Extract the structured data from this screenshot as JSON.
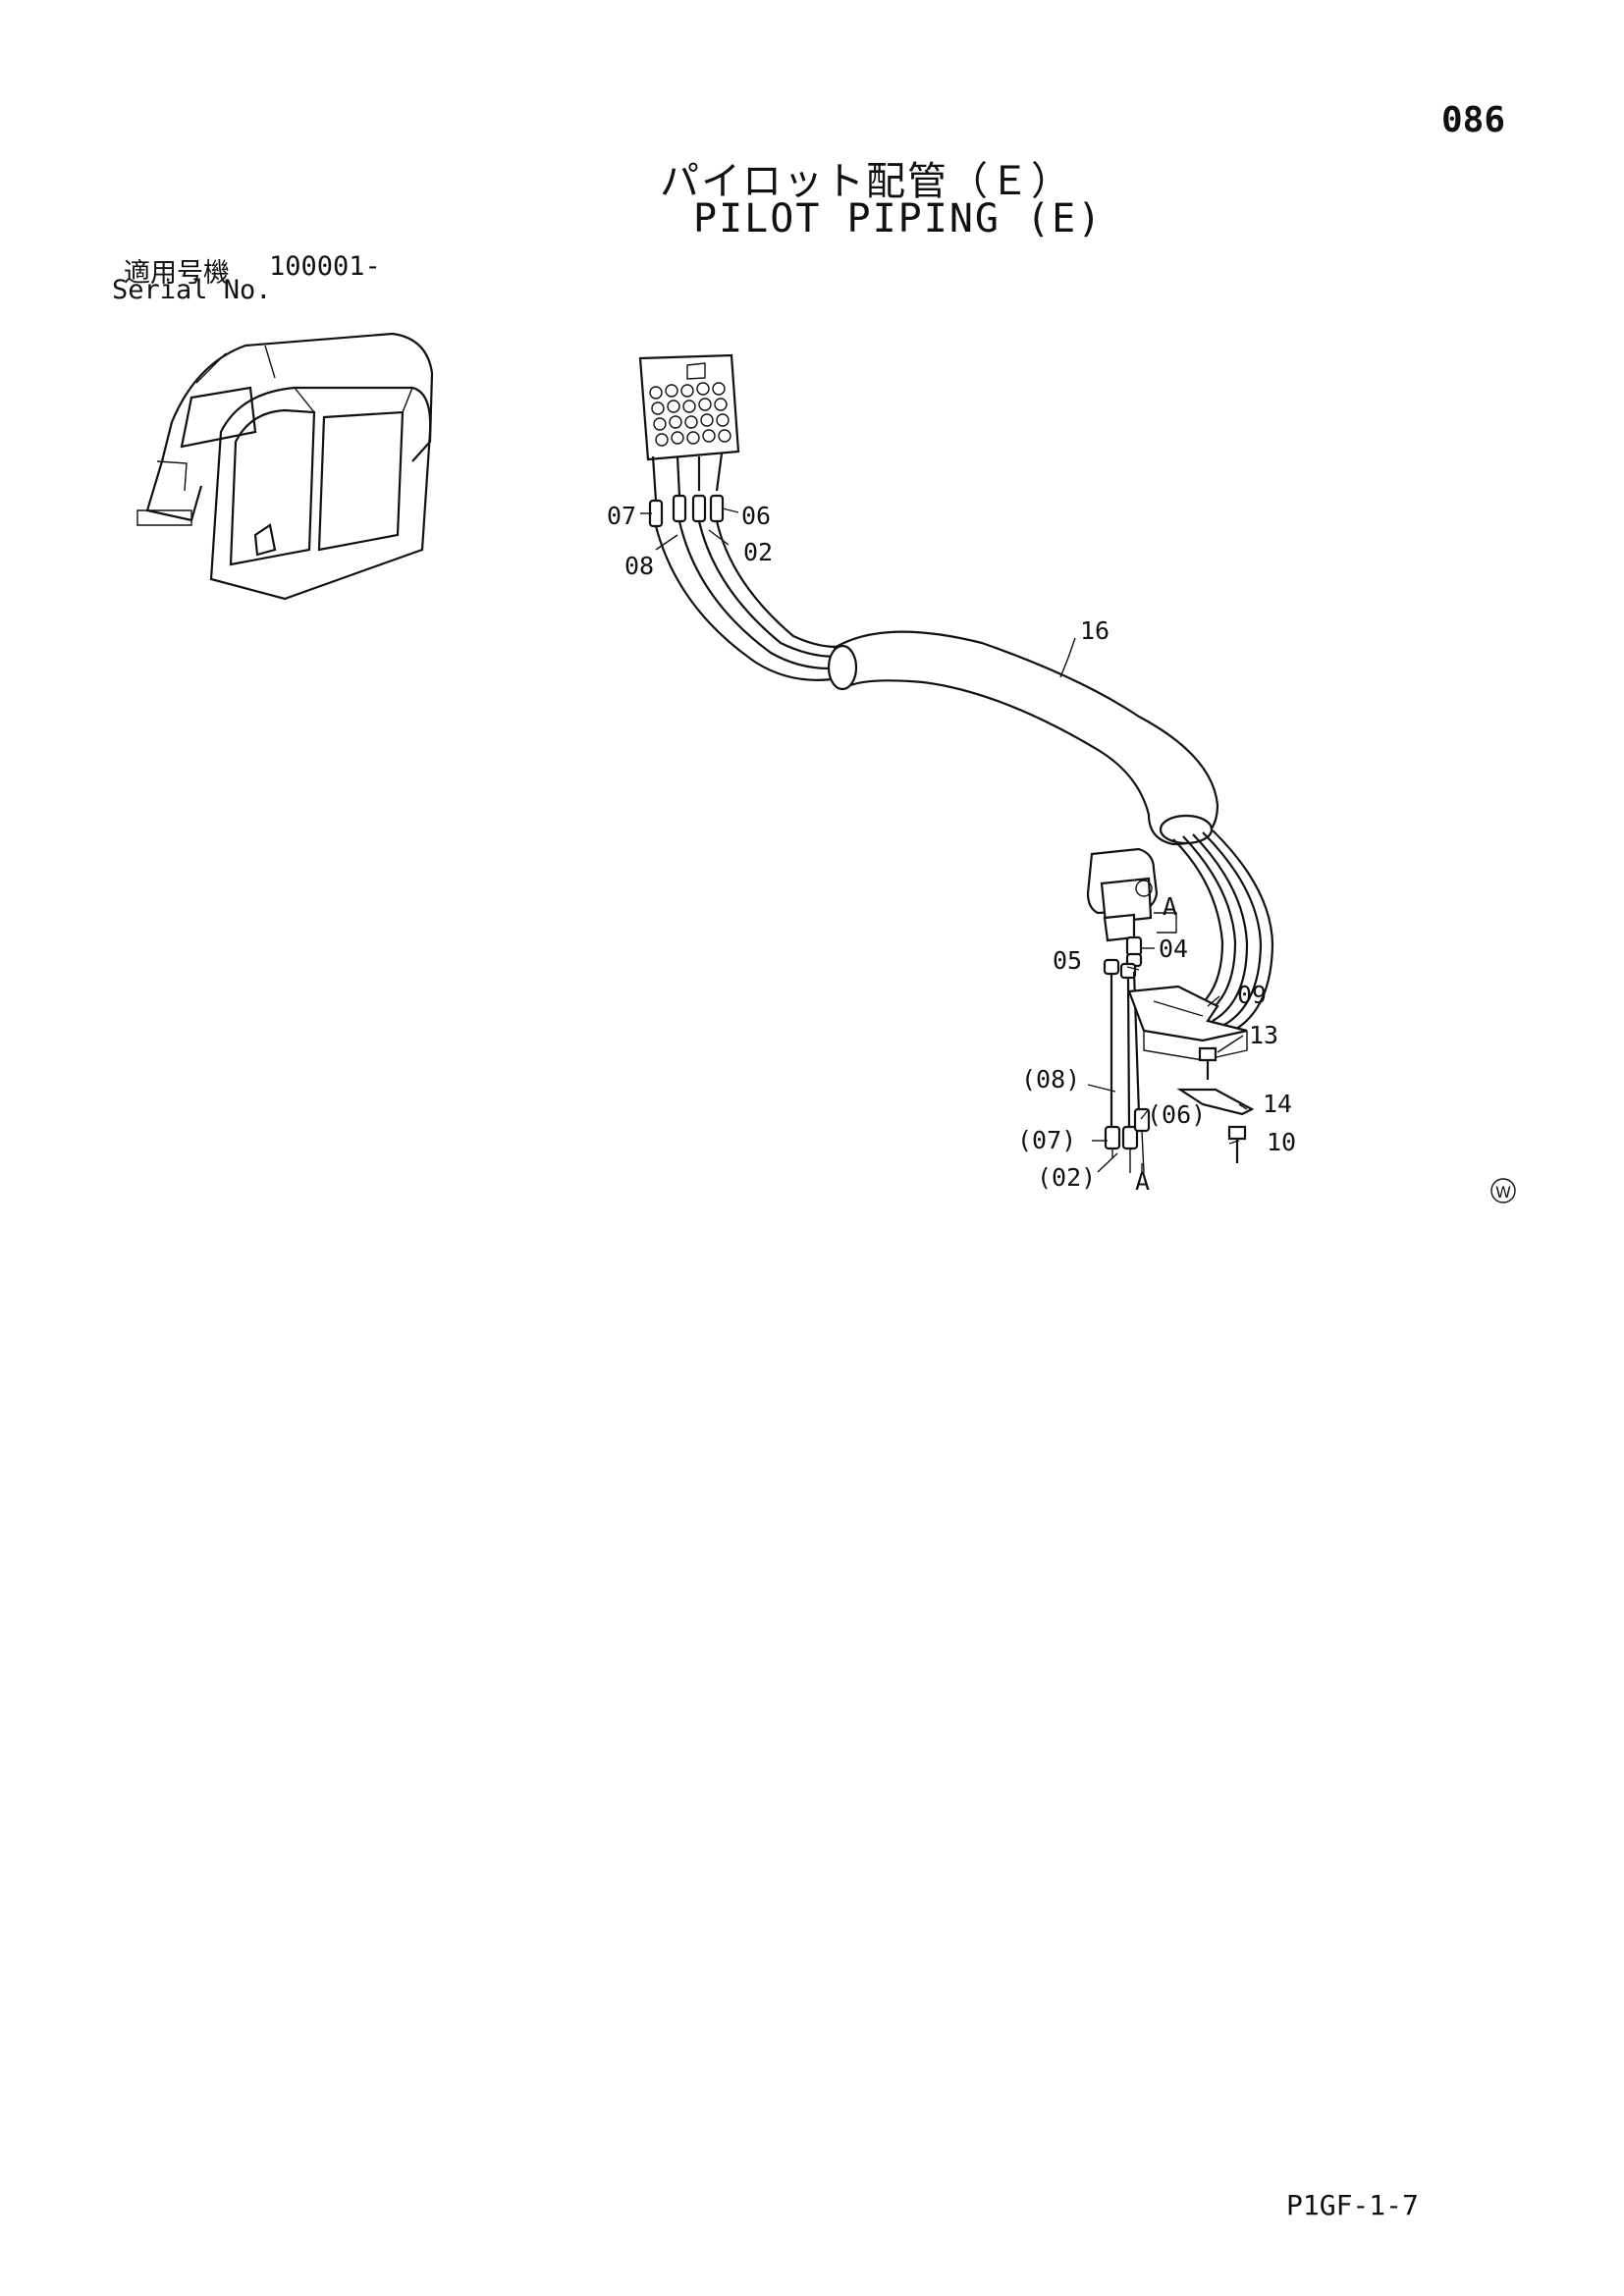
{
  "header": {
    "page_number": "086",
    "title_jp": "パイロット配管（Ｅ）",
    "title_en": "PILOT PIPING (E)"
  },
  "serial": {
    "label_jp": "適用号機",
    "number": "100001-",
    "label_en": "Serial No."
  },
  "callouts": {
    "p07": "07",
    "p06": "06",
    "p08": "08",
    "p02": "02",
    "p16": "16",
    "pA_top": "A",
    "p05": "05",
    "p04": "04",
    "p09": "09",
    "p13": "13",
    "p08_ref": "(08)",
    "p06_ref": "(06)",
    "p14": "14",
    "p07_ref": "(07)",
    "p10": "10",
    "p02_ref": "(02)",
    "pA_bottom": "A"
  },
  "watermark": "W",
  "footer": {
    "code": "P1GF-1-7"
  }
}
